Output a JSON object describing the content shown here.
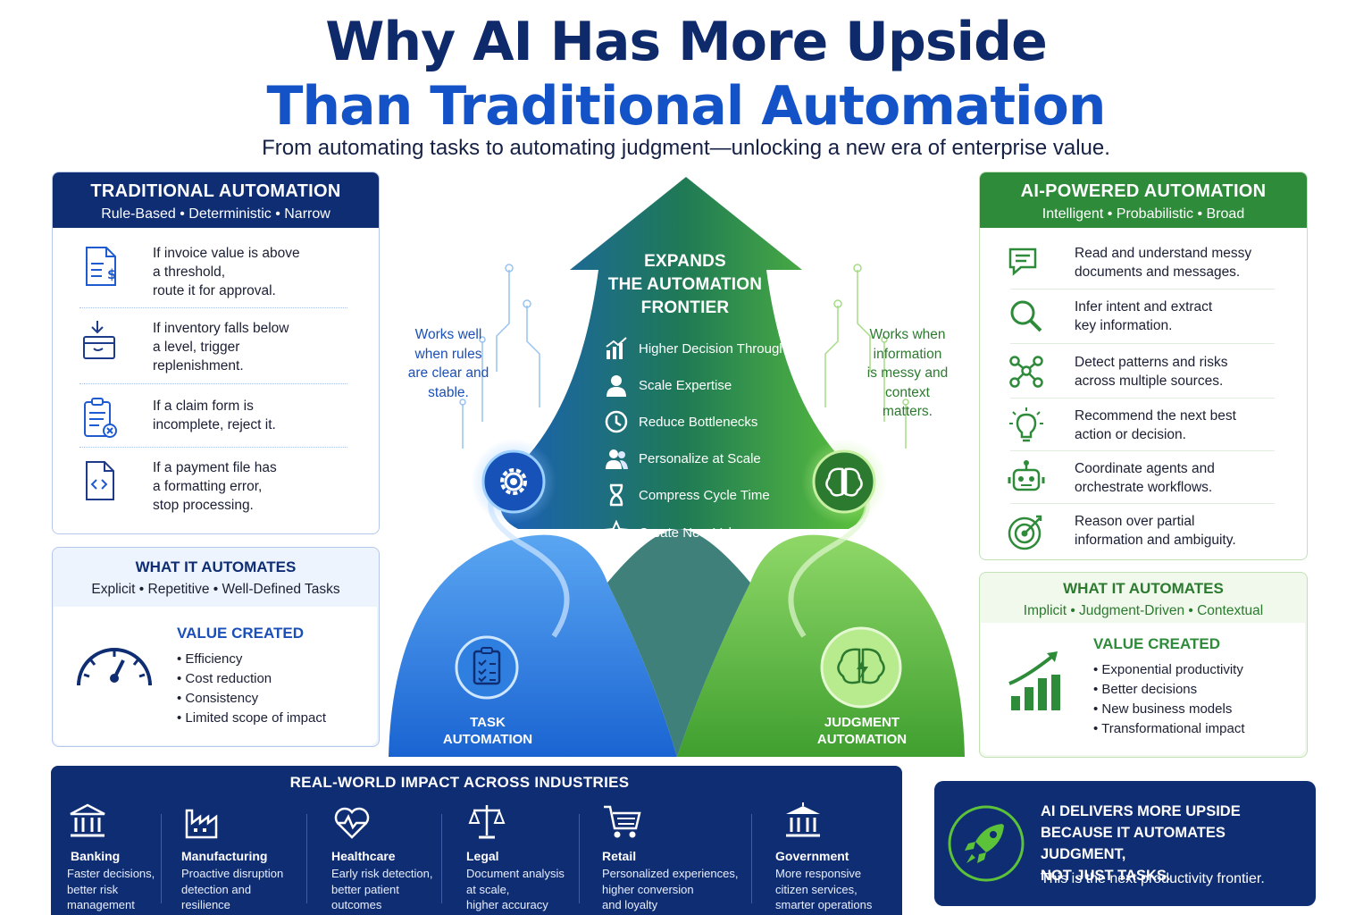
{
  "title": {
    "line1": "Why AI Has More Upside",
    "line2": "Than Traditional Automation",
    "subtitle": "From automating tasks to automating judgment—unlocking a new era of enterprise value."
  },
  "traditional": {
    "heading": "TRADITIONAL AUTOMATION",
    "sub": "Rule-Based • Deterministic • Narrow",
    "items": [
      {
        "icon": "invoice-icon",
        "text": [
          "If invoice value is above",
          "a threshold,",
          "route it for approval."
        ]
      },
      {
        "icon": "inventory-box-icon",
        "text": [
          "If inventory falls below",
          "a level, trigger",
          "replenishment."
        ]
      },
      {
        "icon": "claim-form-icon",
        "text": [
          "If a claim form is",
          "incomplete, reject it."
        ]
      },
      {
        "icon": "payment-file-icon",
        "text": [
          "If a payment file has",
          "a formatting error,",
          "stop processing."
        ]
      }
    ],
    "what_heading": "WHAT IT AUTOMATES",
    "what_sub": "Explicit • Repetitive • Well-Defined Tasks",
    "value_heading": "VALUE CREATED",
    "value_items": [
      "• Efficiency",
      "• Cost reduction",
      "• Consistency",
      "• Limited scope of impact"
    ],
    "value_icon": "speedometer-icon",
    "accent": "#0f2d73"
  },
  "ai": {
    "heading": "AI-POWERED AUTOMATION",
    "sub": "Intelligent • Probabilistic • Broad",
    "items": [
      {
        "icon": "chat-icon",
        "text": [
          "Read and understand messy",
          "documents and messages."
        ]
      },
      {
        "icon": "magnifier-icon",
        "text": [
          "Infer intent and extract",
          "key information."
        ]
      },
      {
        "icon": "network-icon",
        "text": [
          "Detect patterns and risks",
          "across multiple sources."
        ]
      },
      {
        "icon": "lightbulb-icon",
        "text": [
          "Recommend the next best",
          "action or decision."
        ]
      },
      {
        "icon": "robot-icon",
        "text": [
          "Coordinate agents and",
          "orchestrate workflows."
        ]
      },
      {
        "icon": "target-icon",
        "text": [
          "Reason over partial",
          "information and ambiguity."
        ]
      }
    ],
    "what_heading": "WHAT IT AUTOMATES",
    "what_sub": "Implicit • Judgment-Driven • Contextual",
    "value_heading": "VALUE CREATED",
    "value_items": [
      "• Exponential productivity",
      "• Better decisions",
      "• New business models",
      "• Transformational impact"
    ],
    "value_icon": "growth-chart-icon",
    "accent": "#2e8b3a"
  },
  "center": {
    "expands": [
      "EXPANDS",
      "THE AUTOMATION",
      "FRONTIER"
    ],
    "left_note": [
      "Works well",
      "when rules",
      "are clear and",
      "stable."
    ],
    "right_note": [
      "Works when",
      "information",
      "is messy and",
      "context",
      "matters."
    ],
    "benefits": [
      {
        "icon": "bar-chart-icon",
        "label": "Higher Decision Throughput"
      },
      {
        "icon": "person-icon",
        "label": "Scale Expertise"
      },
      {
        "icon": "clock-icon",
        "label": "Reduce Bottlenecks"
      },
      {
        "icon": "people-icon",
        "label": "Personalize at Scale"
      },
      {
        "icon": "hourglass-icon",
        "label": "Compress Cycle Time"
      },
      {
        "icon": "star-icon",
        "label": "Create New Value"
      }
    ],
    "task_label": [
      "TASK",
      "AUTOMATION"
    ],
    "judgment_label": [
      "JUDGMENT",
      "AUTOMATION"
    ],
    "gear_icon": "gear-icon",
    "brain_icon": "brain-icon",
    "blue": "#1e6ad6",
    "green": "#4caf3a"
  },
  "industries": {
    "heading": "REAL-WORLD IMPACT ACROSS INDUSTRIES",
    "items": [
      {
        "icon": "bank-icon",
        "name": "Banking",
        "desc": [
          "Faster decisions,",
          "better risk",
          "management"
        ]
      },
      {
        "icon": "factory-icon",
        "name": "Manufacturing",
        "desc": [
          "Proactive disruption",
          "detection and",
          "resilience"
        ]
      },
      {
        "icon": "heart-pulse-icon",
        "name": "Healthcare",
        "desc": [
          "Early risk detection,",
          "better patient",
          "outcomes"
        ]
      },
      {
        "icon": "scales-icon",
        "name": "Legal",
        "desc": [
          "Document analysis",
          "at scale,",
          "higher accuracy"
        ]
      },
      {
        "icon": "cart-icon",
        "name": "Retail",
        "desc": [
          "Personalized experiences,",
          "higher conversion",
          "and loyalty"
        ]
      },
      {
        "icon": "government-icon",
        "name": "Government",
        "desc": [
          "More responsive",
          "citizen services,",
          "smarter operations"
        ]
      }
    ]
  },
  "callout": {
    "title": [
      "AI DELIVERS MORE UPSIDE",
      "BECAUSE IT AUTOMATES JUDGMENT,",
      "NOT JUST TASKS."
    ],
    "sub": "This is the next productivity frontier.",
    "icon": "rocket-icon"
  }
}
